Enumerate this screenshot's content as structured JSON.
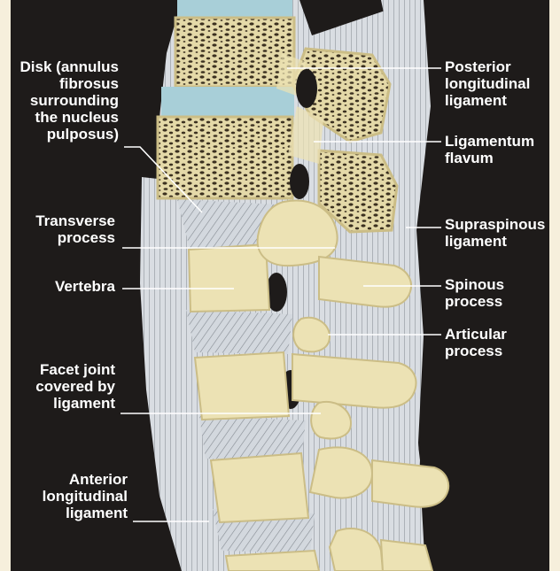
{
  "diagram": {
    "colors": {
      "background": "#1e1b1a",
      "border": "#f6efdc",
      "bone": "#ece2b4",
      "bone_shadow": "#cbbd86",
      "ligament": "#d9dde2",
      "ligament_stripe": "#8e949b",
      "disk": "#a8cfd8",
      "leader_line": "#ffffff",
      "label_text": "#ffffff"
    },
    "labels": {
      "disk": "Disk (annulus\nfibrosus\nsurrounding\nthe nucleus\npulposus)",
      "transverse_process": "Transverse\nprocess",
      "vertebra": "Vertebra",
      "facet_joint": "Facet joint\ncovered by\nligament",
      "anterior_longitudinal_ligament": "Anterior\nlongitudinal\nligament",
      "posterior_longitudinal_ligament": "Posterior\nlongitudinal\nligament",
      "ligamentum_flavum": "Ligamentum\nflavum",
      "supraspinous_ligament": "Supraspinous\nligament",
      "spinous_process": "Spinous\nprocess",
      "articular_process": "Articular\nprocess"
    }
  }
}
